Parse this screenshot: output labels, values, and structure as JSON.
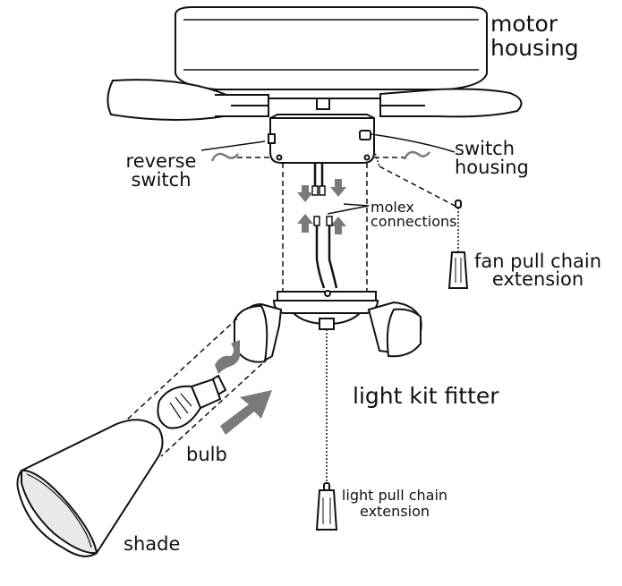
{
  "labels": {
    "motor_housing_1": "motor",
    "motor_housing_2": "housing",
    "switch_housing_1": "switch",
    "switch_housing_2": "housing",
    "reverse_switch_1": "reverse",
    "reverse_switch_2": "switch",
    "molex_1": "molex",
    "molex_2": "connections",
    "fan_chain_1": "fan pull chain",
    "fan_chain_2": "extension",
    "light_kit_fitter": "light kit fitter",
    "bulb": "bulb",
    "shade": "shade",
    "light_chain_1": "light pull chain",
    "light_chain_2": "extension"
  },
  "colors": {
    "line": "#111111",
    "arrow_gray": "#7a7a7a",
    "fill_white": "#ffffff",
    "shade_gray": "#e9e9e9"
  }
}
